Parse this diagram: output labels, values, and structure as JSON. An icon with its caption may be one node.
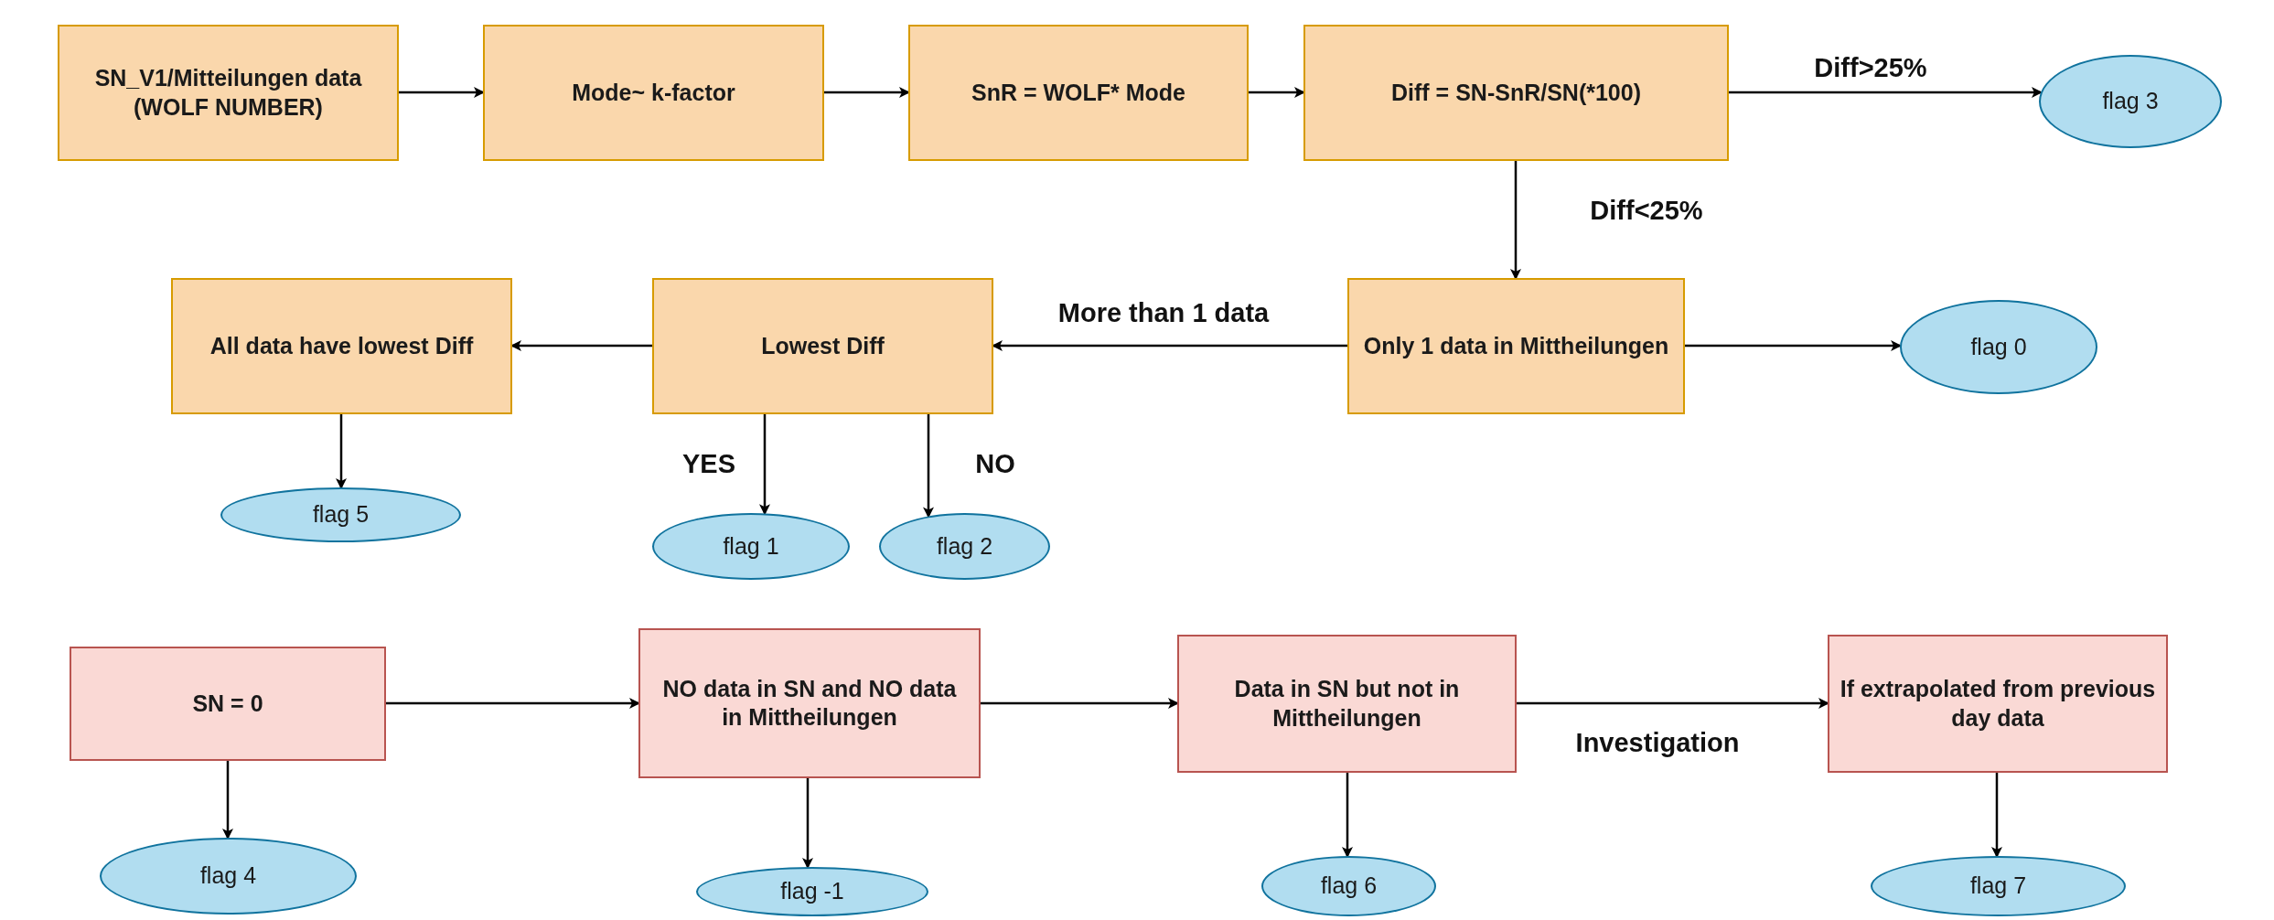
{
  "diagram": {
    "nodes": [
      {
        "text": [
          "SN_V1/Mitteilungen data (WOLF NUMBER)"
        ]
      },
      {
        "text": [
          "Mode~ k-factor"
        ]
      },
      {
        "text": [
          "SnR = WOLF* Mode"
        ]
      },
      {
        "text": [
          "Diff = SN-SnR/SN(*100)"
        ]
      },
      {
        "text": [
          "flag 3"
        ]
      },
      {
        "text": [
          "Only 1 data in Mittheilungen"
        ]
      },
      {
        "text": [
          "Lowest Diff"
        ]
      },
      {
        "text": [
          "All data have lowest Diff"
        ]
      },
      {
        "text": [
          "flag 0"
        ]
      },
      {
        "text": [
          "flag 5"
        ]
      },
      {
        "text": [
          "flag 1"
        ]
      },
      {
        "text": [
          "flag 2"
        ]
      },
      {
        "text": [
          "SN = 0"
        ]
      },
      {
        "text": [
          "NO data in SN and NO data in Mittheilungen"
        ]
      },
      {
        "text": [
          "Data in SN but not in Mittheilungen"
        ]
      },
      {
        "text": [
          "If extrapolated from previous day data"
        ]
      },
      {
        "text": [
          "flag 4"
        ]
      },
      {
        "text": [
          "flag -1"
        ]
      },
      {
        "text": [
          "flag 6"
        ]
      },
      {
        "text": [
          "flag 7"
        ]
      }
    ],
    "edges": [
      {
        "from": 0,
        "to": 1,
        "arrow": "to"
      },
      {
        "from": 1,
        "to": 2,
        "arrow": "to"
      },
      {
        "from": 2,
        "to": 3,
        "arrow": "to"
      },
      {
        "from": 3,
        "to": 4,
        "arrow": "to",
        "label": "Diff>25%"
      },
      {
        "from": 3,
        "to": 5,
        "arrow": "to",
        "label": "Diff<25%"
      },
      {
        "from": 5,
        "to": 6,
        "arrow": "to",
        "label": "More than 1 data"
      },
      {
        "from": 6,
        "to": 7,
        "arrow": "to"
      },
      {
        "from": 5,
        "to": 8,
        "arrow": "to"
      },
      {
        "from": 7,
        "to": 9,
        "arrow": "to"
      },
      {
        "from": 6,
        "to": 10,
        "arrow": "to",
        "label": "YES"
      },
      {
        "from": 6,
        "to": 11,
        "arrow": "to",
        "label": "NO"
      },
      {
        "from": 12,
        "to": 13,
        "arrow": "to"
      },
      {
        "from": 13,
        "to": 14,
        "arrow": "to"
      },
      {
        "from": 14,
        "to": 15,
        "arrow": "to",
        "label": "Investigation"
      },
      {
        "from": 12,
        "to": 16,
        "arrow": "to"
      },
      {
        "from": 13,
        "to": 17,
        "arrow": "to"
      },
      {
        "from": 14,
        "to": 18,
        "arrow": "to"
      },
      {
        "from": 15,
        "to": 19,
        "arrow": "to"
      }
    ]
  }
}
